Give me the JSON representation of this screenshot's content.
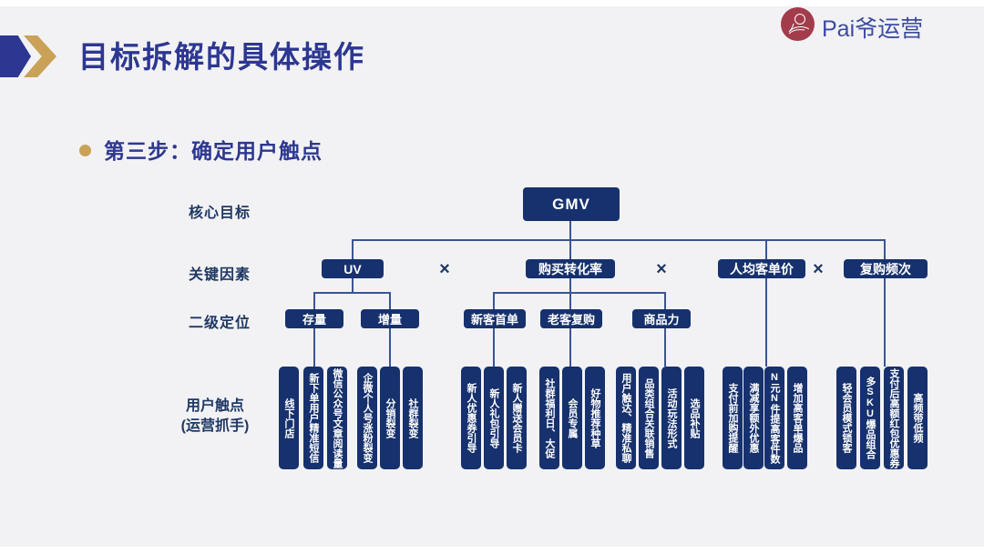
{
  "slide": {
    "title": "目标拆解的具体操作",
    "bullet": "第三步：确定用户触点",
    "logo_text": "Pai爷运营"
  },
  "diagram": {
    "row_labels": [
      "核心目标",
      "关键因素",
      "二级定位",
      "用户触点",
      "(运营抓手)"
    ],
    "core_goal": "GMV",
    "multiply_sign": "×",
    "key_factors": [
      "UV",
      "购买转化率",
      "人均客单价",
      "复购频次"
    ],
    "secondary": [
      "存量",
      "增量",
      "新客首单",
      "老客复购",
      "商品力"
    ],
    "touchpoint_groups": [
      {
        "parent": "存量",
        "items": [
          "线下门店",
          "新下单用户精准短信",
          "微信公众号文章阅读量"
        ]
      },
      {
        "parent": "增量",
        "items": [
          "企微个人号涨粉裂变",
          "分销裂变",
          "社群裂变"
        ]
      },
      {
        "parent": "新客首单",
        "items": [
          "新人优惠券引导",
          "新人礼包引导",
          "新人赠送会员卡"
        ]
      },
      {
        "parent": "老客复购",
        "items": [
          "社群福利日、大促",
          "会员专属",
          "好物推荐种草"
        ]
      },
      {
        "parent": "商品力",
        "items": [
          "用户触达、精准私聊",
          "品类组合关联销售",
          "活动玩法形式",
          "选品补贴"
        ]
      },
      {
        "parent": "人均客单价",
        "items": [
          "支付前加购提醒",
          "满减享额外优惠",
          "N元N件提高客件数",
          "增加高客单爆品"
        ]
      },
      {
        "parent": "复购频次",
        "items": [
          "轻会员模式锁客",
          "多SKU爆品组合",
          "支付后高额红包优惠券",
          "高频带低频"
        ]
      }
    ],
    "colors": {
      "box_navy": "#16316d",
      "connector": "#3a5591",
      "accent_gold": "#c9a257",
      "title_blue": "#2d3791",
      "label_navy": "#1f3864",
      "logo_red": "#a23c4b",
      "logo_text_blue": "#3b4ba0",
      "background": "#f2f2f4"
    }
  }
}
